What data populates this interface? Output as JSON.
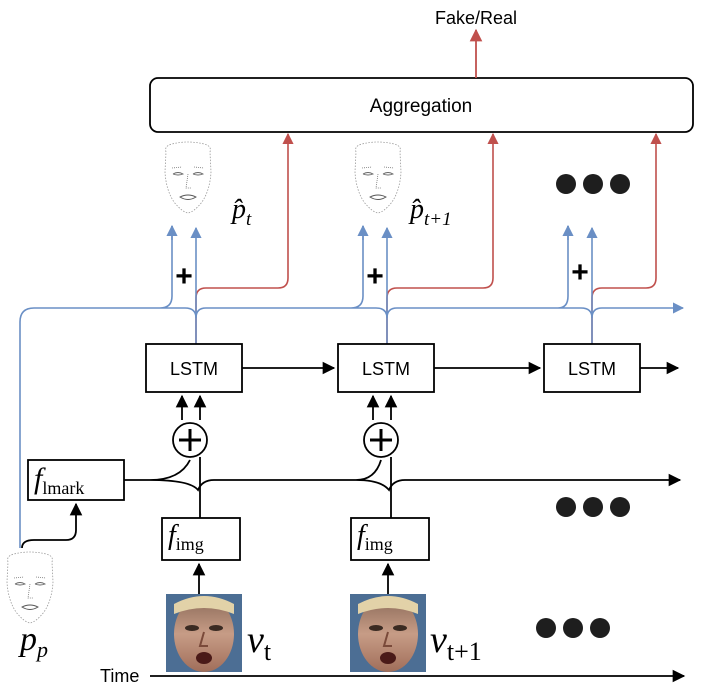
{
  "output_label": "Fake/Real",
  "aggregation_label": "Aggregation",
  "lstm_label": "LSTM",
  "landmark_module": {
    "symbol": "f",
    "subscript": "lmark"
  },
  "image_module": {
    "symbol": "f",
    "subscript": "img"
  },
  "input_landmark_label": {
    "symbol": "p",
    "subscript": "p"
  },
  "frame_labels": [
    {
      "symbol": "v",
      "subscript": "t"
    },
    {
      "symbol": "v",
      "subscript": "t+1"
    }
  ],
  "prediction_labels": [
    {
      "symbol": "p̂",
      "subscript": "t"
    },
    {
      "symbol": "p̂",
      "subscript": "t+1"
    }
  ],
  "plus_symbol": "+",
  "time_label": "Time",
  "colors": {
    "blue_path": "#6a8fc5",
    "red_path": "#c0504d",
    "black": "#000000"
  },
  "icons": [
    "face-landmark-icon",
    "face-photo-icon",
    "ellipsis-dots-icon",
    "sum-circle-icon"
  ]
}
